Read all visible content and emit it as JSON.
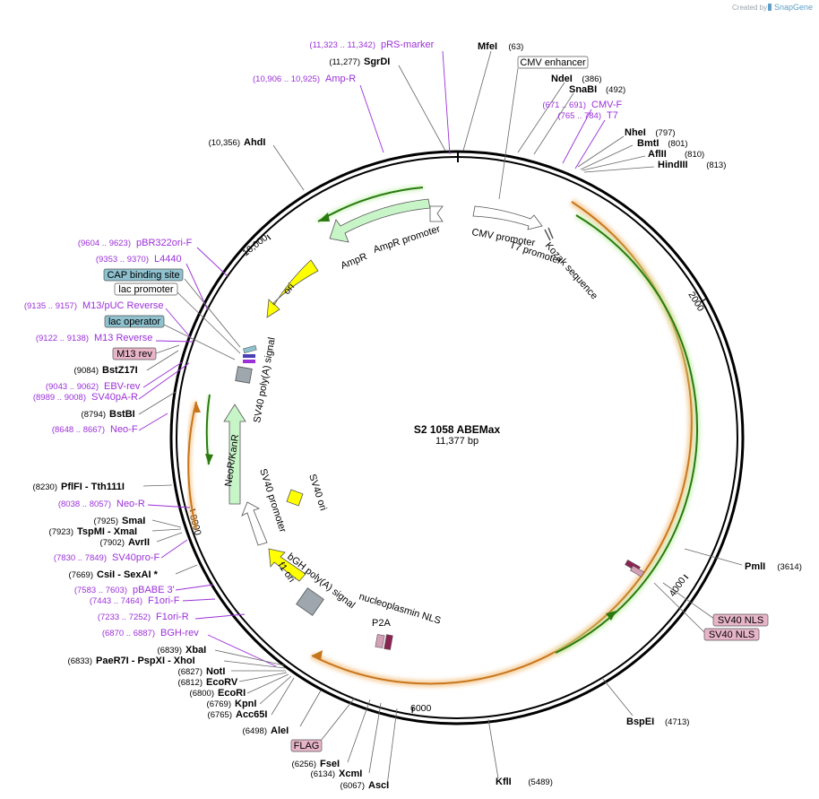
{
  "plasmid": {
    "name": "S2 1058 ABEMax",
    "size": "11,377 bp"
  },
  "credit": {
    "text": "Created by",
    "brand": "SnapGene"
  },
  "ticks": [
    "2000",
    "4000",
    "6000",
    "8000",
    "10,000"
  ],
  "enzymes": [
    {
      "name": "MfeI",
      "pos": "(63)"
    },
    {
      "name": "SgrDI",
      "pos": "(11,277)"
    },
    {
      "name": "NdeI",
      "pos": "(386)"
    },
    {
      "name": "SnaBI",
      "pos": "(492)"
    },
    {
      "name": "NheI",
      "pos": "(797)"
    },
    {
      "name": "BmtI",
      "pos": "(801)"
    },
    {
      "name": "AflII",
      "pos": "(810)"
    },
    {
      "name": "HindIII",
      "pos": "(813)"
    },
    {
      "name": "AhdI",
      "pos": "(10,356)"
    },
    {
      "name": "BstZ17I",
      "pos": "(9084)"
    },
    {
      "name": "BstBI",
      "pos": "(8794)"
    },
    {
      "name": "PflFI - Tth111I",
      "pos": "(8230)"
    },
    {
      "name": "SmaI",
      "pos": "(7925)"
    },
    {
      "name": "TspMI - XmaI",
      "pos": "(7923)"
    },
    {
      "name": "AvrII",
      "pos": "(7902)"
    },
    {
      "name": "CsiI - SexAI *",
      "pos": "(7669)"
    },
    {
      "name": "XbaI",
      "pos": "(6839)"
    },
    {
      "name": "PaeR7I - PspXI - XhoI",
      "pos": "(6833)"
    },
    {
      "name": "NotI",
      "pos": "(6827)"
    },
    {
      "name": "EcoRV",
      "pos": "(6812)"
    },
    {
      "name": "EcoRI",
      "pos": "(6800)"
    },
    {
      "name": "KpnI",
      "pos": "(6769)"
    },
    {
      "name": "Acc65I",
      "pos": "(6765)"
    },
    {
      "name": "AleI",
      "pos": "(6498)"
    },
    {
      "name": "FseI",
      "pos": "(6256)"
    },
    {
      "name": "XcmI",
      "pos": "(6134)"
    },
    {
      "name": "AscI",
      "pos": "(6067)"
    },
    {
      "name": "KflI",
      "pos": "(5489)"
    },
    {
      "name": "BspEI",
      "pos": "(4713)"
    },
    {
      "name": "PmlI",
      "pos": "(3614)"
    }
  ],
  "primers": [
    {
      "range": "(11,323 .. 11,342)",
      "name": "pRS-marker"
    },
    {
      "range": "(10,906 .. 10,925)",
      "name": "Amp-R"
    },
    {
      "range": "(671 .. 691)",
      "name": "CMV-F"
    },
    {
      "range": "(765 .. 784)",
      "name": "T7"
    },
    {
      "range": "(9604 .. 9623)",
      "name": "pBR322ori-F"
    },
    {
      "range": "(9353 .. 9370)",
      "name": "L4440"
    },
    {
      "range": "(9135 .. 9157)",
      "name": "M13/pUC Reverse"
    },
    {
      "range": "(9122 .. 9138)",
      "name": "M13 Reverse"
    },
    {
      "range": "(9043 .. 9062)",
      "name": "EBV-rev"
    },
    {
      "range": "(8989 .. 9008)",
      "name": "SV40pA-R"
    },
    {
      "range": "(8648 .. 8667)",
      "name": "Neo-F"
    },
    {
      "range": "(8038 .. 8057)",
      "name": "Neo-R"
    },
    {
      "range": "(7830 .. 7849)",
      "name": "SV40pro-F"
    },
    {
      "range": "(7583 .. 7603)",
      "name": "pBABE 3'"
    },
    {
      "range": "(7443 .. 7464)",
      "name": "F1ori-F"
    },
    {
      "range": "(7233 .. 7252)",
      "name": "F1ori-R"
    },
    {
      "range": "(6870 .. 6887)",
      "name": "BGH-rev"
    }
  ],
  "boxed_features": [
    "CMV enhancer",
    "CAP binding site",
    "lac promoter",
    "lac operator",
    "M13 rev",
    "SV40 NLS",
    "SV40 NLS",
    "FLAG"
  ],
  "features": [
    "AmpR",
    "AmpR promoter",
    "ori",
    "CMV promoter",
    "T7 promoter",
    "Kozak sequence",
    "SV40 poly(A) signal",
    "NeoR/KanR",
    "SV40 promoter",
    "SV40 ori",
    "f1 ori",
    "bGH poly(A) signal",
    "nucleoplasmin NLS",
    "P2A"
  ],
  "colors": {
    "primer": "#9b30d9",
    "ori": "#ffff00",
    "resistance": "#c8f5c8",
    "promoter": "#ffffff",
    "cds_track": "#f0b060",
    "cds_line": "#2a7a10",
    "nls": "#8b2252",
    "blue_box": "#8fc1cf",
    "pink_box": "#e8b5c8"
  }
}
